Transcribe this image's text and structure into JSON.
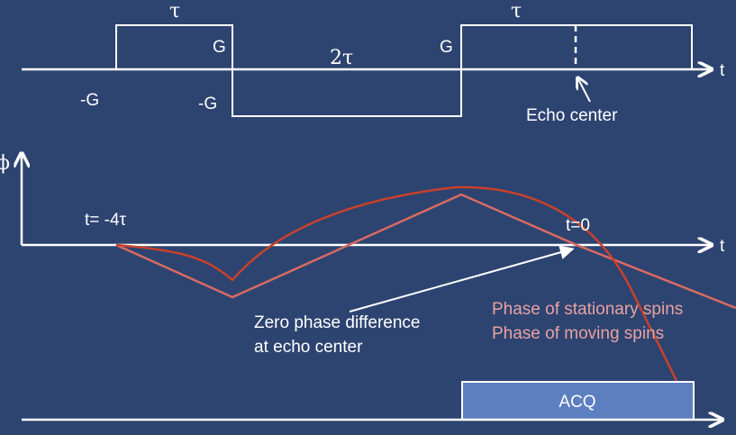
{
  "labels": {
    "tau_left": "τ",
    "tau_right": "τ",
    "two_tau": "2τ",
    "g_first": "G",
    "g_second": "G",
    "neg_g_first": "-G",
    "neg_g_second": "-G",
    "t_axis_top": "t",
    "t_axis_middle": "t",
    "phi_axis": "ϕ",
    "echo_center": "Echo center",
    "t_start": "t= -4τ",
    "t_zero": "t=0",
    "zero_phase_line1": "Zero phase difference",
    "zero_phase_line2": "at echo center",
    "phase_stationary": "Phase of stationary spins",
    "phase_moving": "Phase of moving spins",
    "acq": "ACQ"
  },
  "colors": {
    "background": "#2d4471",
    "line": "#ffffff",
    "stationary_phase": "#d96a62",
    "moving_phase": "#c8412a",
    "acq_fill": "#5c7fc0",
    "legend_text": "#e8a1a0"
  }
}
